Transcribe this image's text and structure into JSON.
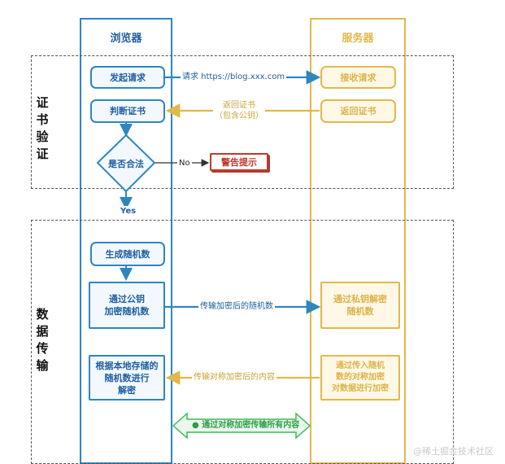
{
  "lanes": {
    "browser": "浏览器",
    "server": "服务器"
  },
  "sections": {
    "cert": "证\n书\n验\n证",
    "data": "数\n据\n传\n输"
  },
  "browser_steps": {
    "send_request": "发起请求",
    "judge_cert": "判断证书",
    "is_valid": "是否合法",
    "gen_random": "生成随机数",
    "encrypt_random": "通过公钥\n加密随机数",
    "decrypt_content": "根据本地存储的\n随机数进行\n解密"
  },
  "server_steps": {
    "receive_request": "接收请求",
    "return_cert": "返回证书",
    "decrypt_private": "通过私钥解密\n随机数",
    "encrypt_random": "通过传入随机\n数的对称加密\n对数据进行加密"
  },
  "warning": "警告提示",
  "arrow_labels": {
    "request": "请求 https://blog.xxx.com",
    "return_cert": "返回证书\n（包含公钥）",
    "no": "No",
    "yes": "Yes",
    "send_encrypted": "传输加密后的随机数",
    "send_content": "传输对称加密后的内容",
    "symmetric": "● 通过对称加密传输所有内容"
  },
  "watermark": "@稀土掘金技术社区",
  "colors": {
    "browser": "#2e86c1",
    "server": "#e2b84a",
    "warning": "#c0392b",
    "green": "#2e9e47"
  }
}
